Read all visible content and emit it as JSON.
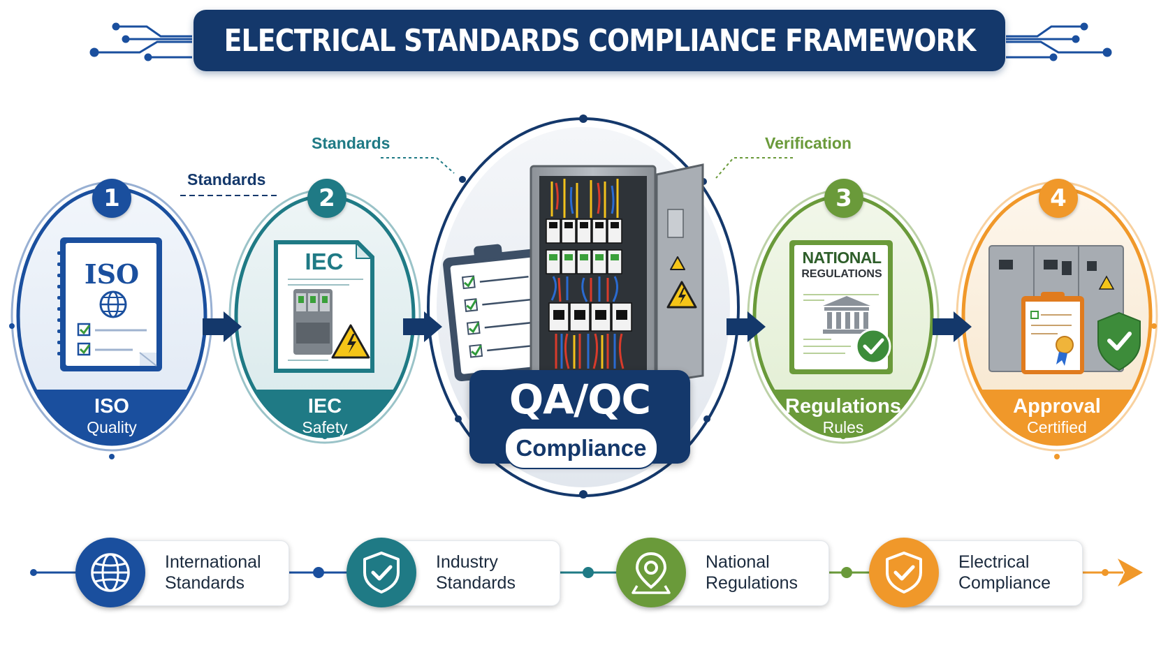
{
  "title": "ELECTRICAL STANDARDS COMPLIANCE FRAMEWORK",
  "colors": {
    "navy": "#14386b",
    "blue": "#1a4f9e",
    "teal": "#1f7a85",
    "green": "#6a9a3a",
    "orange": "#f0982a"
  },
  "connector_labels": {
    "standards_small": "Standards",
    "standards_top": "Standards",
    "verification": "Verification"
  },
  "steps": [
    {
      "number": "1",
      "label": "ISO",
      "sublabel": "Quality",
      "doc_text": "ISO",
      "icon": "iso-document-icon"
    },
    {
      "number": "2",
      "label": "IEC",
      "sublabel": "Safety",
      "doc_text": "IEC",
      "icon": "iec-document-icon"
    },
    {
      "number": "3",
      "label": "Regulations",
      "sublabel": "Rules",
      "doc_title": "NATIONAL",
      "doc_subtitle": "REGULATIONS",
      "icon": "national-regulations-document-icon"
    },
    {
      "number": "4",
      "label": "Approval",
      "sublabel": "Certified",
      "icon": "certified-panel-icon"
    }
  ],
  "center": {
    "title": "QA/QC",
    "pill": "Compliance",
    "icon": "electrical-panel-icon"
  },
  "flow": [
    {
      "line1": "International",
      "line2": "Standards",
      "icon": "globe-icon"
    },
    {
      "line1": "Industry",
      "line2": "Standards",
      "icon": "shield-check-icon"
    },
    {
      "line1": "National",
      "line2": "Regulations",
      "icon": "location-pin-icon"
    },
    {
      "line1": "Electrical",
      "line2": "Compliance",
      "icon": "shield-check-icon"
    }
  ]
}
